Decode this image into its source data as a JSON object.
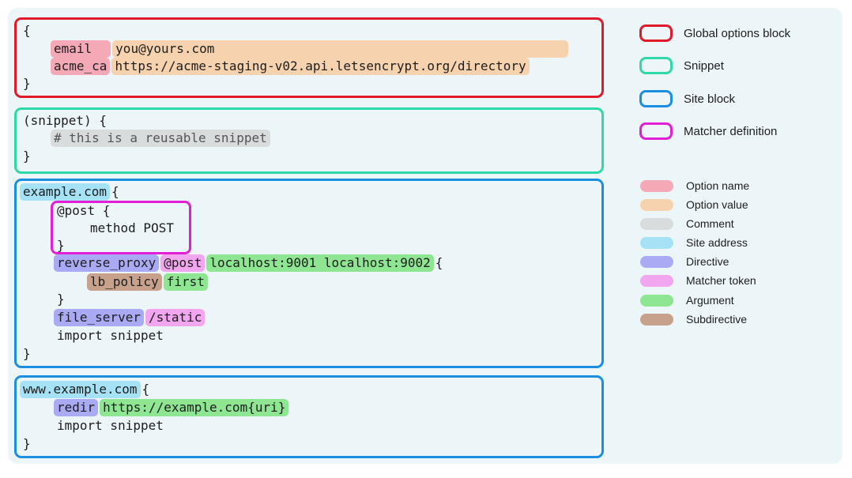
{
  "colors": {
    "global_block": "#e0192b",
    "snippet_block": "#2fd8a8",
    "site_block": "#1a8ee0",
    "matcher_block": "#e21fd6",
    "option_name": "#f5a8b5",
    "option_value": "#f6d3ae",
    "comment": "#d9dcdd",
    "site_address": "#a6e2f6",
    "directive": "#aaa9f4",
    "matcher_token": "#f1a6ef",
    "argument": "#8ee592",
    "subdirective": "#c8a18c"
  },
  "global_block": {
    "open": "{",
    "email_key": "email",
    "email_value": "you@yours.com",
    "acme_key": "acme_ca",
    "acme_value": "https://acme-staging-v02.api.letsencrypt.org/directory",
    "close": "}"
  },
  "snippet_block": {
    "header": "(snippet) {",
    "comment": "# this is a reusable snippet",
    "close": "}"
  },
  "site_block_1": {
    "address": "example.com",
    "open_brace": "{",
    "matcher_header": "@post {",
    "matcher_body": "method POST",
    "matcher_close": "}",
    "directive_rp": "reverse_proxy",
    "rp_matcher": "@post",
    "rp_args": "localhost:9001 localhost:9002",
    "rp_open": "{",
    "subdirective": "lb_policy",
    "sub_arg": "first",
    "rp_close": "}",
    "directive_fs": "file_server",
    "fs_matcher": "/static",
    "import_line": "import snippet",
    "close": "}"
  },
  "site_block_2": {
    "address": "www.example.com",
    "open_brace": "{",
    "directive": "redir",
    "arg": "https://example.com{uri}",
    "import_line": "import snippet",
    "close": "}"
  },
  "legend_blocks": [
    {
      "label": "Global options block"
    },
    {
      "label": "Snippet"
    },
    {
      "label": "Site block"
    },
    {
      "label": "Matcher definition"
    }
  ],
  "legend_tokens": [
    {
      "label": "Option name"
    },
    {
      "label": "Option value"
    },
    {
      "label": "Comment"
    },
    {
      "label": "Site address"
    },
    {
      "label": "Directive"
    },
    {
      "label": "Matcher token"
    },
    {
      "label": "Argument"
    },
    {
      "label": "Subdirective"
    }
  ]
}
